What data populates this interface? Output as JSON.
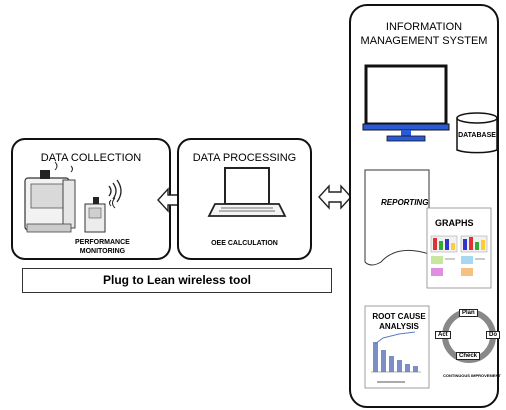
{
  "collection": {
    "title": "DATA COLLECTION",
    "label_line1": "PERFORMANCE",
    "label_line2": "MONITORING"
  },
  "processing": {
    "title": "DATA PROCESSING",
    "label": "OEE CALCULATION"
  },
  "tool": {
    "label": "Plug to Lean wireless tool"
  },
  "ims": {
    "title_line1": "INFORMATION",
    "title_line2": "MANAGEMENT SYSTEM",
    "database_label": "DATABASE",
    "reporting_label": "REPORTING",
    "graphs_label": "GRAPHS",
    "rootcause_line1": "ROOT CAUSE",
    "rootcause_line2": "ANALYSIS",
    "pdca": {
      "plan": "Plan",
      "do": "Do",
      "check": "Check",
      "act": "Act"
    },
    "ci_label": "CONTINUOUS IMPROVEMENT"
  },
  "colors": {
    "outline": "#111111",
    "monitor_blue": "#2a5bd7",
    "arrow_fill": "#ffffff"
  }
}
